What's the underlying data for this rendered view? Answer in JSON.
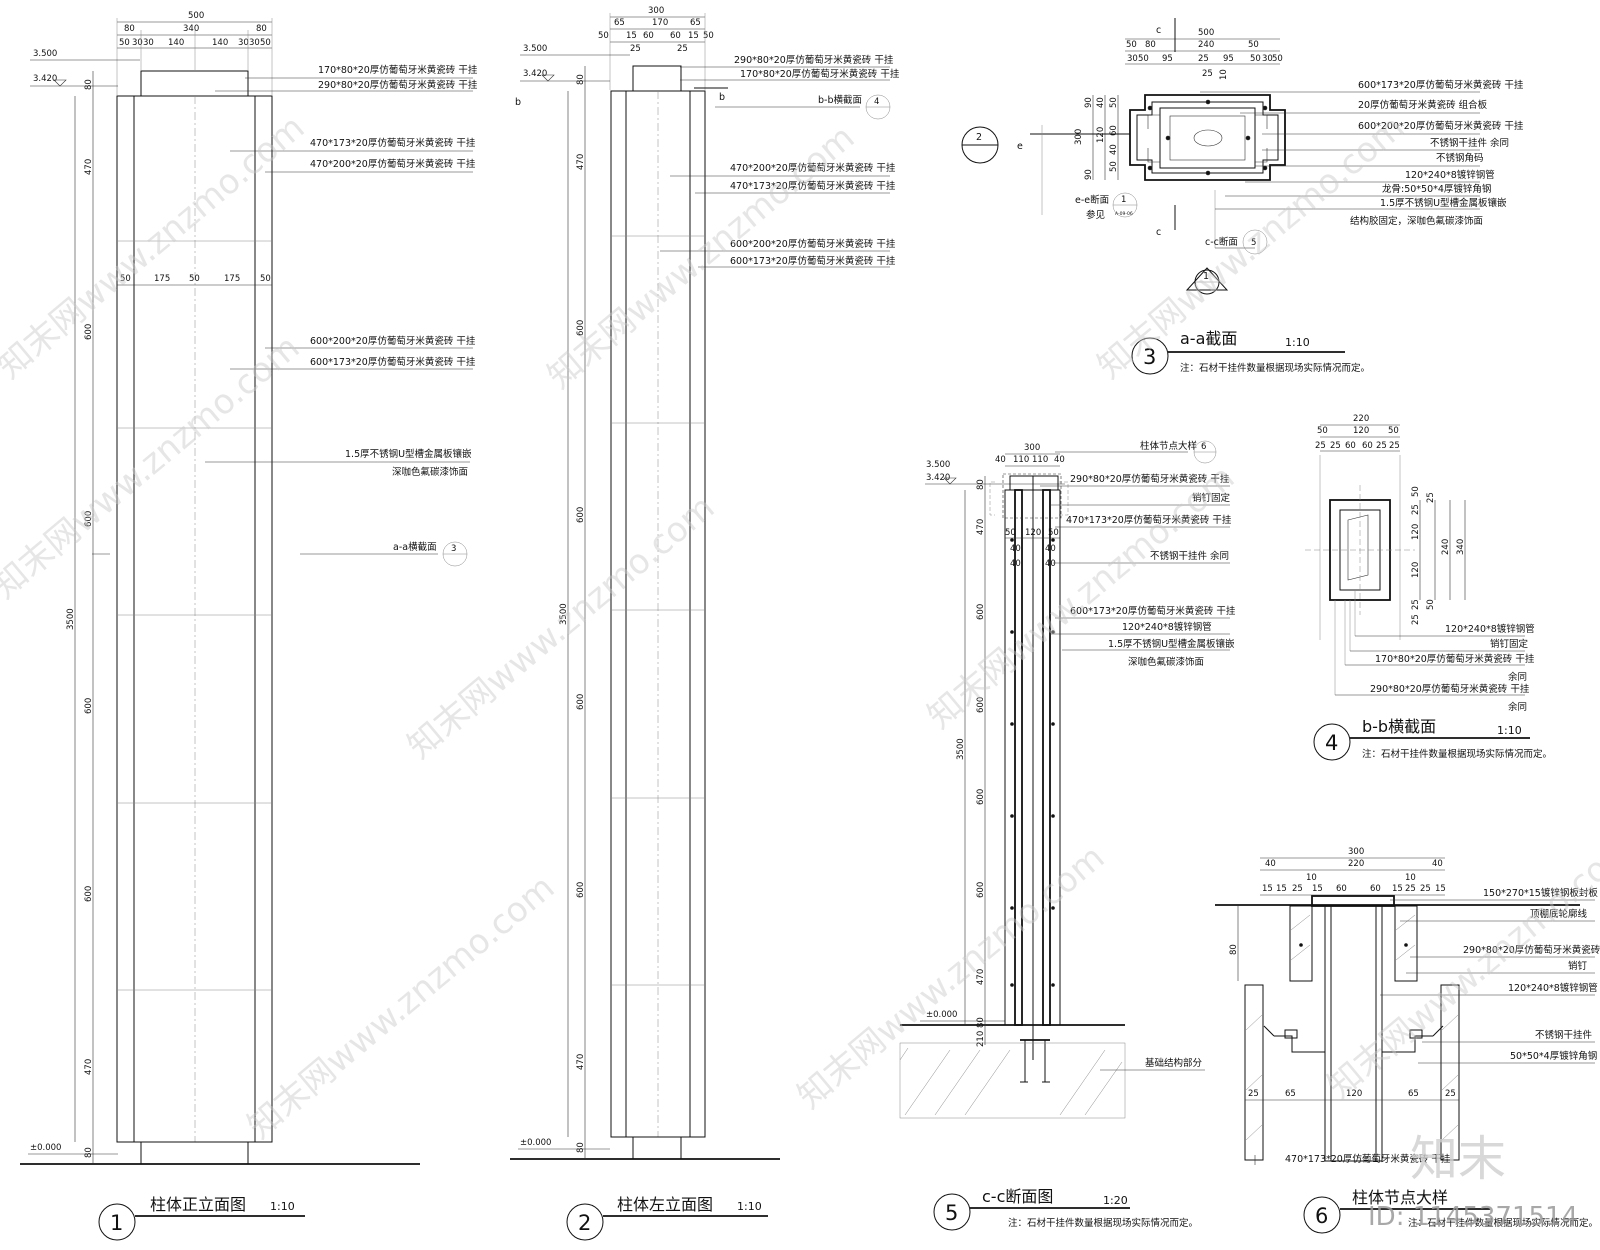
{
  "notes": {
    "qty": "注：石材干挂件数量根据现场实际情况而定。"
  },
  "watermark": {
    "brand": "知末网www.znzmo.com",
    "logo": "知末",
    "id": "ID: 1145371514"
  },
  "view1": {
    "title": "柱体正立面图",
    "scale": "1:10",
    "num": "1",
    "top_dims": [
      "500",
      "80",
      "340",
      "80",
      "50",
      "30",
      "30",
      "140",
      "140",
      "30",
      "30",
      "50"
    ],
    "mid_dims": [
      "50",
      "175",
      "50",
      "175",
      "50"
    ],
    "levels": [
      "3.500",
      "3.420",
      "±0.000"
    ],
    "left_dims": [
      "80",
      "470",
      "600",
      "600",
      "3500",
      "600",
      "600",
      "470",
      "80"
    ],
    "labels": [
      "170*80*20厚仿葡萄牙米黄瓷砖  干挂",
      "290*80*20厚仿葡萄牙米黄瓷砖  干挂",
      "470*173*20厚仿葡萄牙米黄瓷砖  干挂",
      "470*200*20厚仿葡萄牙米黄瓷砖  干挂",
      "600*200*20厚仿葡萄牙米黄瓷砖  干挂",
      "600*173*20厚仿葡萄牙米黄瓷砖  干挂",
      "1.5厚不锈钢U型槽金属板镶嵌",
      "深咖色氟碳漆饰面",
      "a-a横截面"
    ],
    "ref": {
      "top": "",
      "bottom": "3"
    }
  },
  "view2": {
    "title": "柱体左立面图",
    "scale": "1:10",
    "num": "2",
    "top_dims": [
      "300",
      "65",
      "170",
      "65",
      "50",
      "15",
      "60",
      "60",
      "15",
      "50",
      "25",
      "25"
    ],
    "levels": [
      "3.500",
      "3.420",
      "±0.000"
    ],
    "section_mark": "b",
    "left_dims": [
      "80",
      "470",
      "600",
      "600",
      "3500",
      "600",
      "600",
      "470",
      "80"
    ],
    "labels": [
      "290*80*20厚仿葡萄牙米黄瓷砖  干挂",
      "170*80*20厚仿葡萄牙米黄瓷砖  干挂",
      "b-b横截面",
      "470*200*20厚仿葡萄牙米黄瓷砖  干挂",
      "470*173*20厚仿葡萄牙米黄瓷砖  干挂",
      "600*200*20厚仿葡萄牙米黄瓷砖  干挂",
      "600*173*20厚仿葡萄牙米黄瓷砖  干挂"
    ],
    "ref": {
      "top": "",
      "bottom": "4"
    }
  },
  "view3": {
    "title": "a-a截面",
    "scale": "1:10",
    "num": "3",
    "top_dims": [
      "500",
      "240",
      "50",
      "80",
      "50",
      "30",
      "50",
      "95",
      "25",
      "95",
      "50",
      "30",
      "50",
      "25",
      "10"
    ],
    "left_dims": [
      "90",
      "40",
      "50",
      "120",
      "60",
      "40",
      "50",
      "90",
      "300"
    ],
    "marks": {
      "c": "c",
      "e": "e",
      "view2": "2",
      "view1": "1"
    },
    "labels": [
      "600*173*20厚仿葡萄牙米黄瓷砖  干挂",
      "20厚仿葡萄牙米黄瓷砖  组合板",
      "600*200*20厚仿葡萄牙米黄瓷砖  干挂",
      "不锈钢干挂件  余同",
      "不锈钢角码",
      "120*240*8镀锌钢管",
      "龙骨:50*50*4厚镀锌角钢",
      "1.5厚不锈钢U型槽金属板镶嵌",
      "结构胶固定，深咖色氟碳漆饰面",
      "e-e断面",
      "参见",
      "c-c断面"
    ],
    "ref": {
      "ee_top": "1",
      "ee_bottom": "A-09-06",
      "cc": "5"
    }
  },
  "view4": {
    "title": "b-b横截面",
    "scale": "1:10",
    "num": "4",
    "top_dims": [
      "220",
      "50",
      "120",
      "50",
      "25",
      "25",
      "60",
      "60",
      "25",
      "25"
    ],
    "right_dims": [
      "25",
      "50",
      "25",
      "120",
      "240",
      "340",
      "120",
      "25",
      "50",
      "25"
    ],
    "labels": [
      "120*240*8镀锌钢管",
      "销钉固定",
      "170*80*20厚仿葡萄牙米黄瓷砖  干挂",
      "余同",
      "290*80*20厚仿葡萄牙米黄瓷砖  干挂",
      "余同"
    ]
  },
  "view5": {
    "title": "c-c断面图",
    "scale": "1:20",
    "num": "5",
    "top_dims": [
      "300",
      "40",
      "110",
      "110",
      "40"
    ],
    "mid_dims": [
      "50",
      "120",
      "50",
      "40",
      "40",
      "40",
      "40"
    ],
    "levels": [
      "3.500",
      "3.420",
      "±0.000"
    ],
    "left_dims": [
      "80",
      "470",
      "600",
      "600",
      "3500",
      "600",
      "600",
      "470",
      "80",
      "210"
    ],
    "labels": [
      "柱体节点大样",
      "290*80*20厚仿葡萄牙米黄瓷砖  干挂",
      "销钉固定",
      "470*173*20厚仿葡萄牙米黄瓷砖  干挂",
      "不锈钢干挂件  余同",
      "600*173*20厚仿葡萄牙米黄瓷砖  干挂",
      "120*240*8镀锌钢管",
      "1.5厚不锈钢U型槽金属板镶嵌",
      "深咖色氟碳漆饰面",
      "基础结构部分"
    ],
    "ref": {
      "detail": "6"
    }
  },
  "view6": {
    "title": "柱体节点大样",
    "num": "6",
    "top_dims": [
      "300",
      "220",
      "40",
      "40",
      "10",
      "10",
      "15",
      "15",
      "25",
      "15",
      "60",
      "60",
      "15",
      "25",
      "25",
      "15"
    ],
    "left_dims": [
      "80"
    ],
    "bottom_dims": [
      "25",
      "65",
      "120",
      "65",
      "25"
    ],
    "labels": [
      "150*270*15镀锌钢板封板",
      "顶棚底轮廓线",
      "290*80*20厚仿葡萄牙米黄瓷砖",
      "销钉",
      "120*240*8镀锌钢管",
      "不锈钢干挂件",
      "50*50*4厚镀锌角钢",
      "470*173*20厚仿葡萄牙米黄瓷砖  干挂"
    ]
  }
}
